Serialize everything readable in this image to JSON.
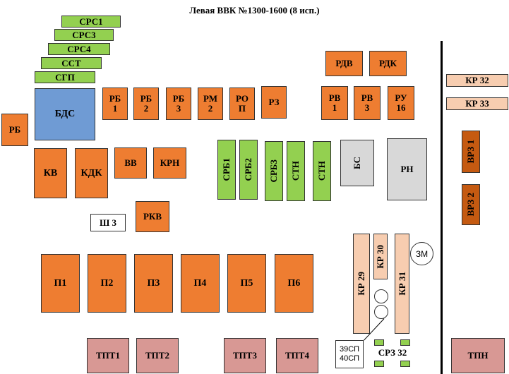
{
  "title": "Левая ВВК №1300-1600 (8 исп.)",
  "blocks": {
    "src1": "СРС1",
    "src3": "СРС3",
    "src4": "СРС4",
    "sst": "ССТ",
    "sgp": "СГП",
    "bds": "БДС",
    "rb_left": "РБ",
    "rb1": "РБ\n1",
    "rb2": "РБ\n2",
    "rb3": "РБ\n3",
    "rm2": "РМ\n2",
    "rop": "РО\nП",
    "rz": "РЗ",
    "rdv": "РДВ",
    "rdk": "РДК",
    "rv1": "РВ\n1",
    "rv3": "РВ\n3",
    "ru16": "РУ\n16",
    "kr32": "КР 32",
    "kr33": "КР 33",
    "kv": "КВ",
    "kdk": "КДК",
    "vv": "ВВ",
    "krn": "КРН",
    "srb1": "СРБ1",
    "srb2": "СРБ2",
    "srb3": "СРБ3",
    "stn1": "СТН",
    "stn2": "СТН",
    "bs": "БС",
    "rn": "РН",
    "vrz1": "ВРЗ 1",
    "vrz2": "ВРЗ 2",
    "sh3": "Ш 3",
    "rkv": "РКВ",
    "p1": "П1",
    "p2": "П2",
    "p3": "П3",
    "p4": "П4",
    "p5": "П5",
    "p6": "П6",
    "kr29": "КР 29",
    "kr30": "КР 30",
    "kr31": "КР 31",
    "zm": "ЗМ",
    "sp_label": "39СП\n40СП",
    "crz32": "СРЗ 32",
    "tpt1": "ТПТ1",
    "tpt2": "ТПТ2",
    "tpt3": "ТПТ3",
    "tpt4": "ТПТ4",
    "tpn": "ТПН"
  },
  "colors": {
    "orange": "#ee7d31",
    "green": "#93d050",
    "light_peach": "#f7cdb0",
    "gray": "#d8d8d8",
    "blue": "#6f9bd4",
    "dark_orange": "#c55a11",
    "rose": "#d89894"
  }
}
